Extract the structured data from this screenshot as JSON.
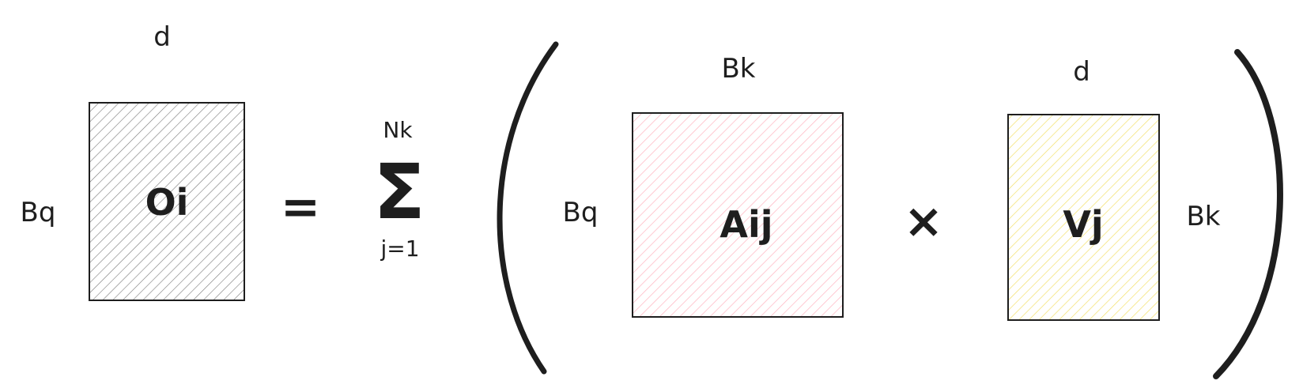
{
  "diagram": {
    "output_matrix": {
      "label": "Oi",
      "rows_label": "Bq",
      "cols_label": "d",
      "fill": "#7a7a7a"
    },
    "equals": "=",
    "summation": {
      "symbol": "Σ",
      "upper": "Nk",
      "lower": "j=1"
    },
    "attention_matrix": {
      "label": "Aij",
      "rows_label": "Bq",
      "cols_label": "Bk",
      "fill": "#ffb3bf"
    },
    "times": "×",
    "value_matrix": {
      "label": "Vj",
      "rows_label": "Bk",
      "cols_label": "d",
      "fill": "#f3e06b"
    }
  }
}
